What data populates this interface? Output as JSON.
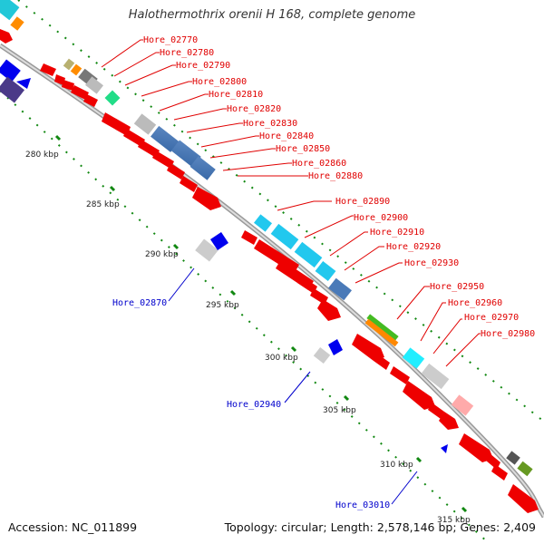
{
  "title": "Halothermothrix orenii H 168, complete genome",
  "footer": {
    "accession": "Accession: NC_011899",
    "topology": "Topology: circular; Length: 2,578,146 bp; Genes: 2,409"
  },
  "colors": {
    "forward_gene": "#ff0000",
    "reverse_gene": "#0000ff",
    "backbone": "#888888",
    "tick": "#118811",
    "red_label": "#e00000",
    "blue_label": "#0000cc"
  },
  "scale_labels": [
    "280 kbp",
    "285 kbp",
    "290 kbp",
    "295 kbp",
    "300 kbp",
    "305 kbp",
    "310 kbp",
    "315 kbp"
  ],
  "forward_labels": [
    "Hore_02770",
    "Hore_02780",
    "Hore_02790",
    "Hore_02800",
    "Hore_02810",
    "Hore_02820",
    "Hore_02830",
    "Hore_02840",
    "Hore_02850",
    "Hore_02860",
    "Hore_02880",
    "Hore_02890",
    "Hore_02900",
    "Hore_02910",
    "Hore_02920",
    "Hore_02930",
    "Hore_02950",
    "Hore_02960",
    "Hore_02970",
    "Hore_02980"
  ],
  "reverse_labels": [
    "Hore_02870",
    "Hore_02940",
    "Hore_03010"
  ]
}
